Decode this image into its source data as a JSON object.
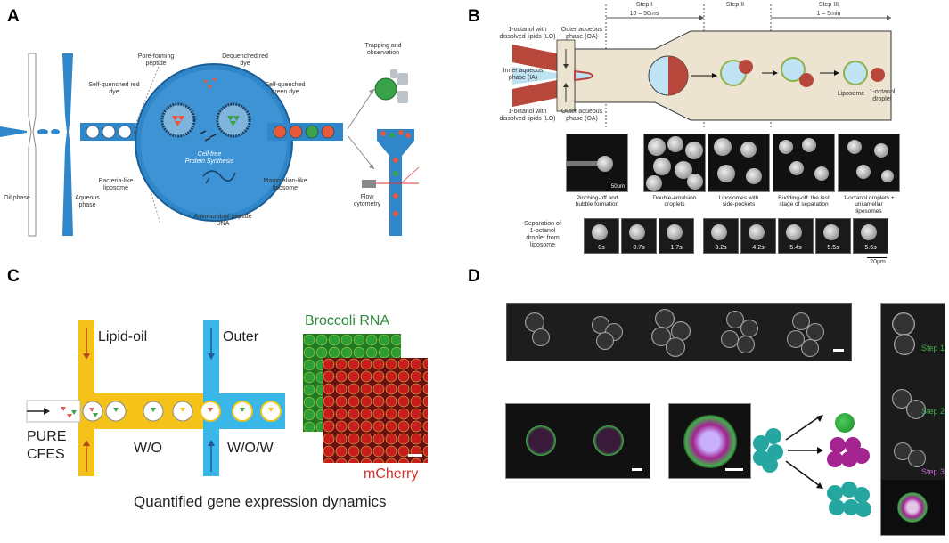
{
  "panels": {
    "a": {
      "label": "A",
      "oil_phase": "Oil\nphase",
      "aqueous_phase": "Aqueous\nphase",
      "pore_forming_peptide": "Pore-forming\npeptide",
      "dequenched_red_dye": "Dequenched\nred dye",
      "self_quenched_red_dye": "Self-quenched\nred dye",
      "self_quenched_green_dye": "Self-quenched\ngreen dye",
      "cell_free": "Cell-free\nProtein Synthesis",
      "bacteria_like": "Bacteria-like\nliposome",
      "mammalian_like": "Mammalian-like\nliposome",
      "antimicrobial_dna": "Antimicrobial peptide\nDNA",
      "trapping": "Trapping and\nobservation",
      "flow_cytometry": "Flow\ncytometry"
    },
    "b": {
      "label": "B",
      "step1": "Step I",
      "step1_time": "10 – 50ms",
      "step2": "Step II",
      "step3": "Step III",
      "step3_time": "1 – 5min",
      "lo_top": "1-octanol with\ndissolved lipids (LO)",
      "oa_top": "Outer aqueous\nphase (OA)",
      "ia": "Inner aqueous\nphase (IA)",
      "lo_bottom": "1-octanol with\ndissolved lipids (LO)",
      "oa_bottom": "Outer aqueous\nphase (OA)",
      "liposome": "Liposome",
      "droplet": "1-octanol\ndroplet",
      "scale1": "50μm",
      "micro_captions": [
        "Pinching-off and\nbubble formation",
        "Double-emulsion\ndroplets",
        "Liposomes with\nside-pockets",
        "Budding-off: the last\nstage of separation",
        "1-octanol droplets +\nunilamellar\nliposomes"
      ],
      "separation_label": "Separation of\n1-octanol\ndroplet from\nliposome",
      "times": [
        "0s",
        "0.7s",
        "1.7s",
        "3.2s",
        "4.2s",
        "5.4s",
        "5.5s",
        "5.6s"
      ],
      "scale2": "20μm"
    },
    "c": {
      "label": "C",
      "lipid_oil": "Lipid-oil",
      "outer": "Outer",
      "pure": "PURE",
      "cfes": "CFES",
      "wo": "W/O",
      "wow": "W/O/W",
      "broccoli": "Broccoli RNA",
      "mcherry": "mCherry",
      "caption": "Quantified gene expression dynamics"
    },
    "d": {
      "label": "D",
      "step1": "Step 1",
      "step2": "Step 2",
      "step3": "Step 3"
    }
  },
  "colors": {
    "blue": "#2f86c9",
    "yellow": "#f4c218",
    "cyan": "#39b7e8",
    "green_text": "#2e8b3e",
    "red_text": "#d32f2f",
    "teal": "#26a6a0",
    "magenta": "#a3238f"
  }
}
